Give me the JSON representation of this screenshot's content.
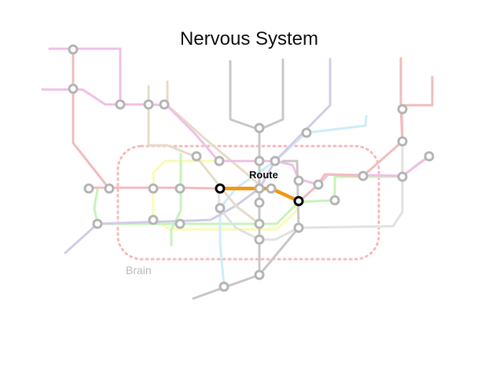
{
  "title": "Nervous System",
  "zone_label": "Brain",
  "route_label": "Route",
  "colors": {
    "background": "#ffffff",
    "route": "#f5960a",
    "zone": "#f5bcbc",
    "station_fill": "#ffffff",
    "station_stroke": "#b5b5b5",
    "endpoint_stroke": "#000000",
    "line_pink": "#f2bcbc",
    "line_magenta": "#f0c0e6",
    "line_tan": "#e6dcc8",
    "line_gray": "#c8c8c8",
    "line_light_gray": "#e2e2e2",
    "line_purple": "#d2cce8",
    "line_cyan": "#cceef8",
    "line_green": "#c6f4b8",
    "line_yellow": "#fafab4"
  }
}
